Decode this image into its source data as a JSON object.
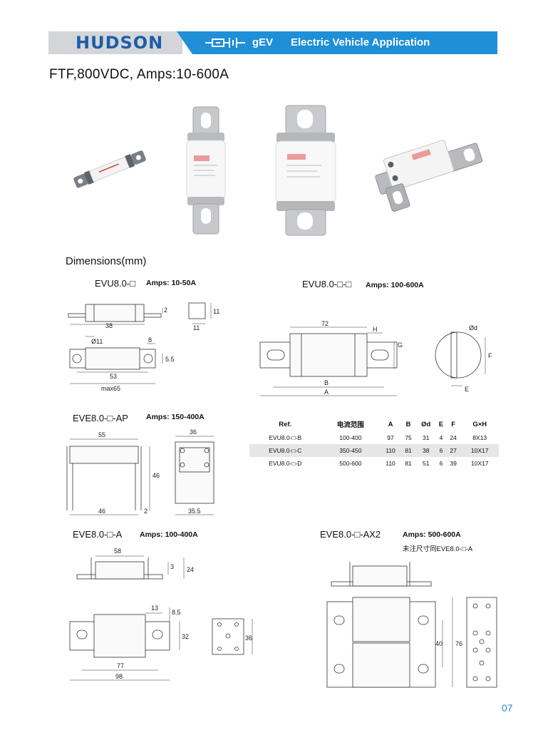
{
  "header": {
    "logo_text": "HUDSON",
    "fuse_symbol": "fuse-symbol-icon",
    "category": "gEV",
    "application": "Electric Vehicle Application",
    "accent_color": "#1f8fd8"
  },
  "title": "FTF,800VDC, Amps:10-600A",
  "dimensions_heading": "Dimensions(mm)",
  "evu_small": {
    "model": "EVU8.0-□",
    "amps": "Amps: 10-50A",
    "d38": "38",
    "d2": "2",
    "d11a": "11",
    "d11b": "11",
    "dphi11": "Ø11",
    "d8": "8",
    "d55": "5.5",
    "d53": "53",
    "dmax65": "max65"
  },
  "evu_large": {
    "model": "EVU8.0-□-□",
    "amps": "Amps: 100-600A",
    "d72": "72",
    "dH": "H",
    "dG": "G",
    "dB": "B",
    "dA": "A",
    "dphid": "Ød",
    "dF": "F",
    "dE": "E"
  },
  "eve_ap": {
    "model": "EVE8.0-□-AP",
    "amps": "Amps: 150-400A",
    "d55": "55",
    "d36": "36",
    "d46a": "46",
    "d46b": "46",
    "d2": "2",
    "d355": "35.5"
  },
  "table": {
    "headers": [
      "Ref.",
      "电流范围",
      "A",
      "B",
      "Ød",
      "E",
      "F",
      "G×H"
    ],
    "rows": [
      [
        "EVU8.0-□-B",
        "100-400",
        "97",
        "75",
        "31",
        "4",
        "24",
        "8X13"
      ],
      [
        "EVU8.0-□-C",
        "350-450",
        "110",
        "81",
        "38",
        "6",
        "27",
        "10X17"
      ],
      [
        "EVU8.0-□-D",
        "500-600",
        "110",
        "81",
        "51",
        "6",
        "39",
        "10X17"
      ]
    ]
  },
  "eve_a": {
    "model": "EVE8.0-□-A",
    "amps": "Amps: 100-400A",
    "d58": "58",
    "d3": "3",
    "d24": "24",
    "d13": "13",
    "d85": "8.5",
    "d32": "32",
    "d77": "77",
    "d98": "98",
    "d36": "36"
  },
  "eve_ax2": {
    "model": "EVE8.0-□-AX2",
    "amps": "Amps: 500-600A",
    "note": "未注尺寸同EVE8.0-□-A",
    "d40": "40",
    "d76": "76"
  },
  "page_number": "07"
}
